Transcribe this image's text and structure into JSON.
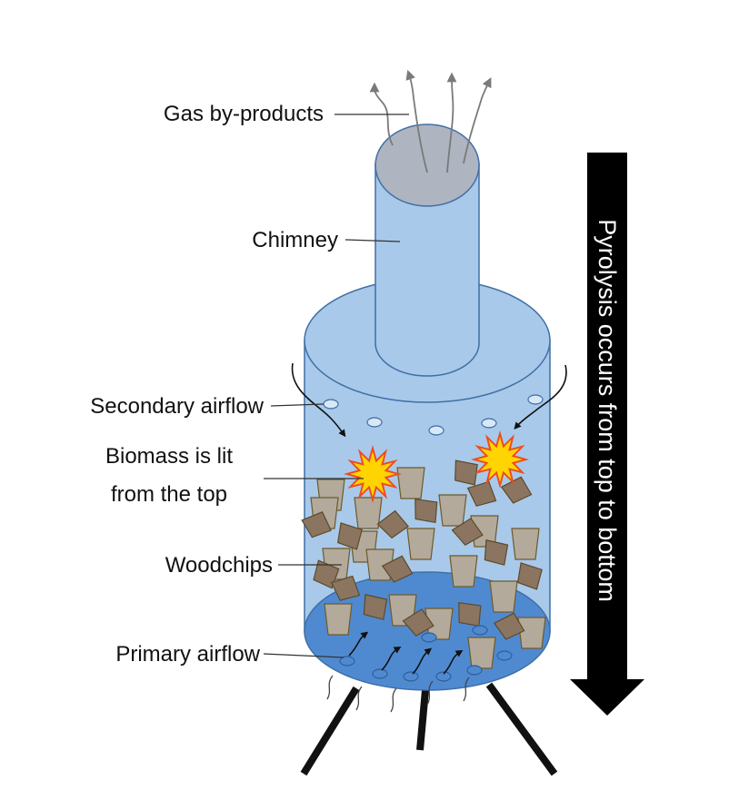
{
  "labels": {
    "gas": "Gas by-products",
    "chimney": "Chimney",
    "secondary": "Secondary airflow",
    "biomass_line1": "Biomass is lit",
    "biomass_line2": "from the top",
    "woodchips": "Woodchips",
    "primary": "Primary airflow"
  },
  "arrow_text": "Pyrolysis occurs from top to bottom",
  "colors": {
    "body_fill": "#a8c9ea",
    "body_stroke": "#3f6fa5",
    "chimney_top": "#aeb4c0",
    "base_fill": "#4f8ad1",
    "chip_light": "#b3aa9b",
    "chip_dark": "#8b7560",
    "flame_outer": "#f04a1e",
    "flame_inner": "#ffd400",
    "arrow_fill": "#000000"
  }
}
